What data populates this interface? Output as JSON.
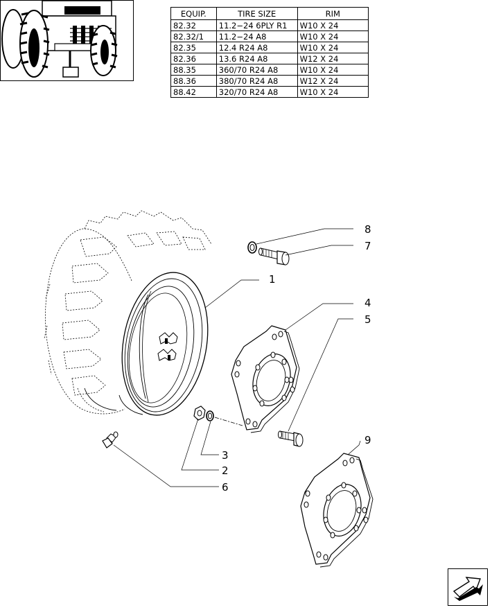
{
  "equipment_table": {
    "headers": [
      "EQUIP.",
      "TIRE SIZE",
      "RIM"
    ],
    "rows": [
      [
        "82.32",
        "11.2−24 6PLY R1",
        "W10 X 24"
      ],
      [
        "82.32/1",
        "11.2−24 A8",
        "W10 X 24"
      ],
      [
        "82.35",
        "12.4 R24 A8",
        "W10 X 24"
      ],
      [
        "82.36",
        "13.6 R24 A8",
        "W12 X 24"
      ],
      [
        "88.35",
        "360/70 R24 A8",
        "W10 X 24"
      ],
      [
        "88.36",
        "380/70 R24 A8",
        "W12 X 24"
      ],
      [
        "88.42",
        "320/70 R24 A8",
        "W10 X 24"
      ]
    ]
  },
  "callouts": [
    "8",
    "7",
    "1",
    "4",
    "5",
    "3",
    "2",
    "6",
    "9"
  ],
  "icons": {
    "thumbnail": "tractor-front-view-icon",
    "navigation": "next-page-arrow-icon"
  }
}
